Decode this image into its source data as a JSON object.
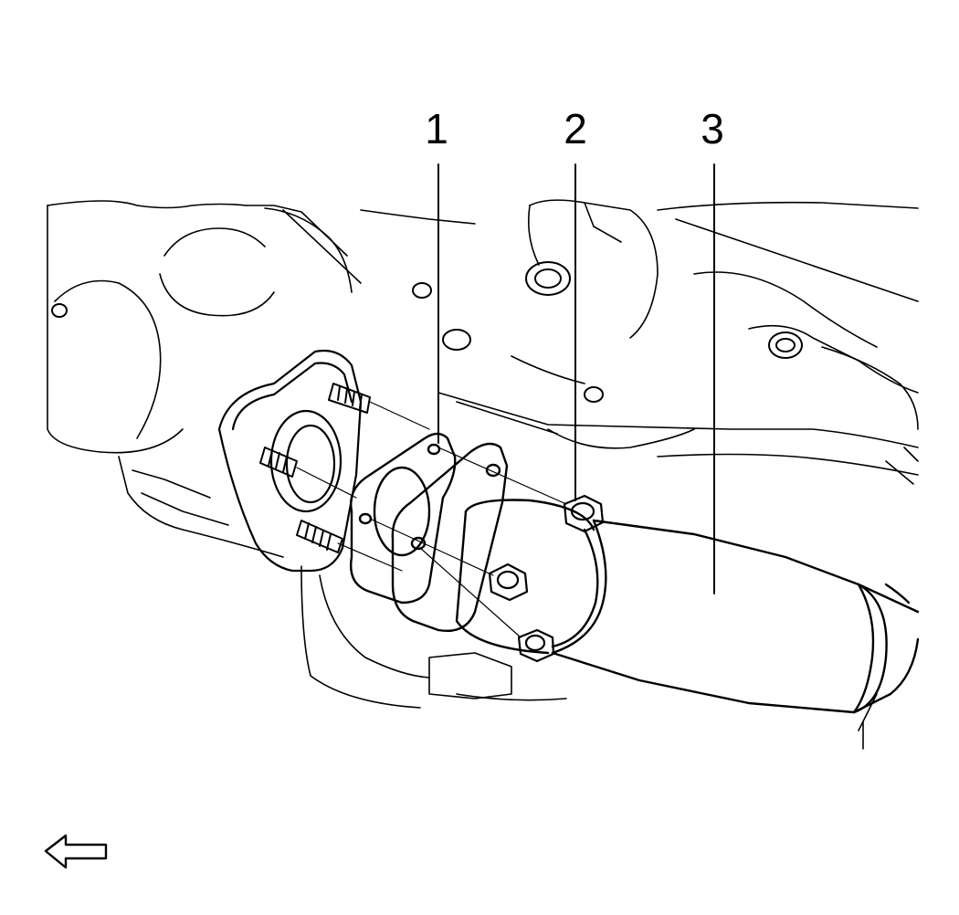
{
  "callouts": [
    {
      "number": "1",
      "part": "gasket"
    },
    {
      "number": "2",
      "part": "nut"
    },
    {
      "number": "3",
      "part": "exhaust pipe"
    }
  ],
  "icons": {
    "direction": "arrow-left-icon"
  },
  "colors": {
    "line": "#000000",
    "background": "#ffffff",
    "leader_gray": "#555555"
  }
}
